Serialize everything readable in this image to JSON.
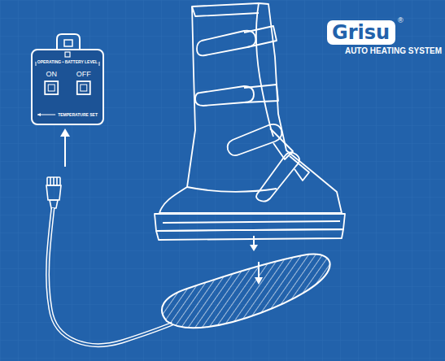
{
  "diagram": {
    "nodes": [
      {
        "text": [
          "OPERATING • BATTERY LEVEL",
          "ON",
          "OFF",
          "TEMPERATURE SET"
        ]
      },
      {
        "text": [
          "Grisu"
        ]
      }
    ],
    "labels": [
      "®",
      "AUTO HEATING SYSTEM"
    ]
  }
}
